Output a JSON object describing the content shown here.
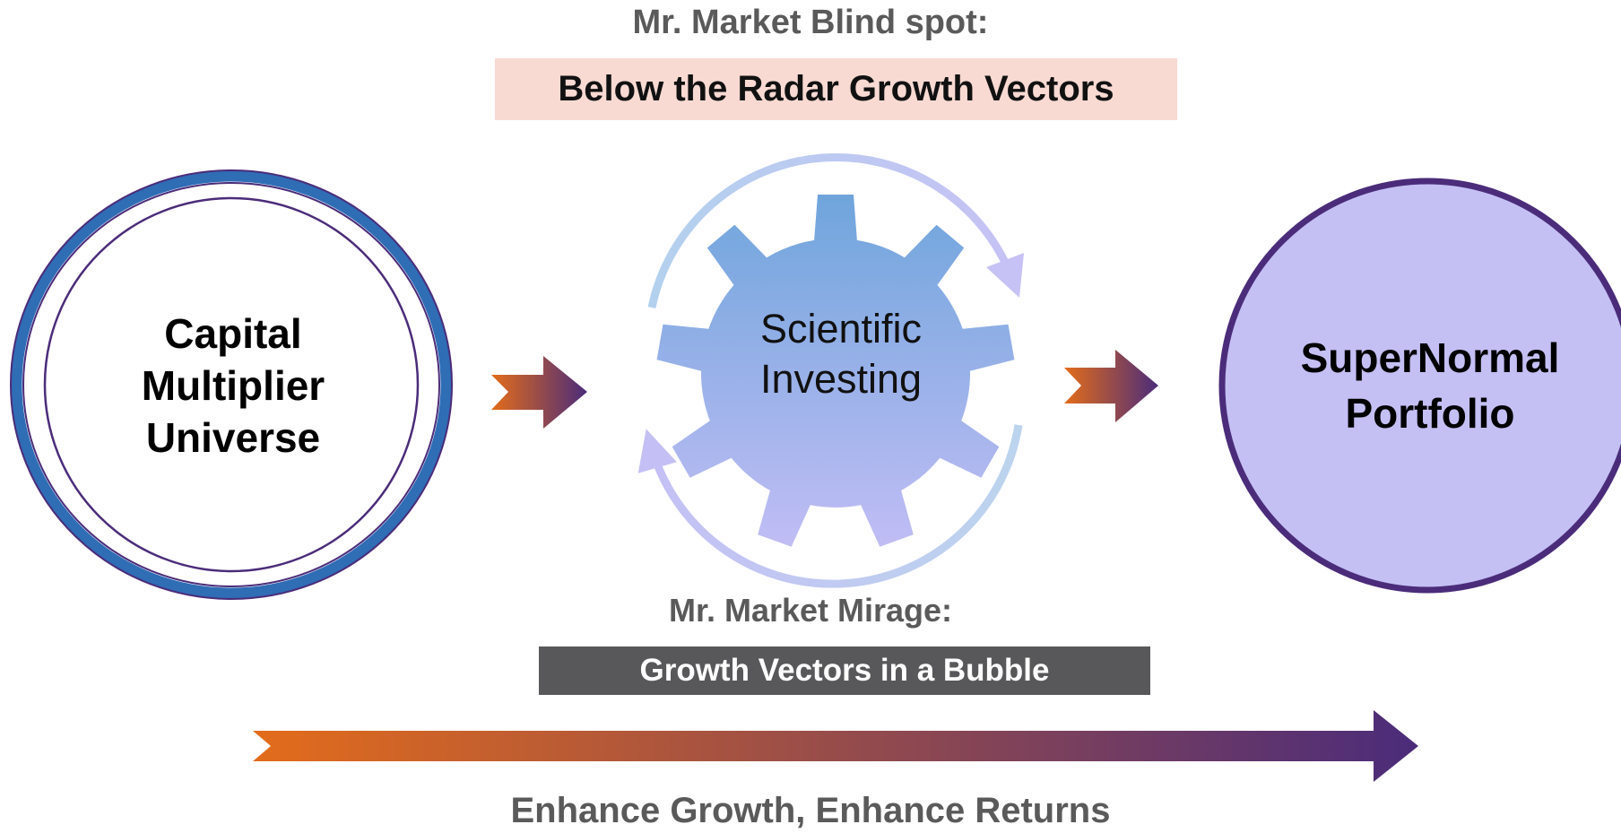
{
  "header": {
    "blind_spot_title": "Mr. Market Blind spot:",
    "blind_spot_box": "Below the Radar Growth Vectors"
  },
  "nodes": {
    "left": {
      "label": "Capital\nMultiplier\nUniverse",
      "icon": "double-ring-circle-icon"
    },
    "center": {
      "label": "Scientific\nInvesting",
      "icon": "gear-icon"
    },
    "right": {
      "label": "SuperNormal\nPortfolio",
      "icon": "filled-circle-icon"
    }
  },
  "mirage": {
    "title": "Mr. Market Mirage:",
    "box": "Growth Vectors in a Bubble"
  },
  "footer": {
    "caption": "Enhance Growth, Enhance Returns"
  },
  "colors": {
    "ring_blue": "#2f6db5",
    "ring_purple": "#4b2c7a",
    "circle_fill": "#c4c0f4",
    "gear_top": "#6fa5dc",
    "gear_bottom": "#c1bdf5",
    "arrow_start": "#e36c1b",
    "arrow_end": "#4b2c7a",
    "blind_box_bg": "#f8dad3",
    "mirage_box_bg": "#58585a"
  }
}
